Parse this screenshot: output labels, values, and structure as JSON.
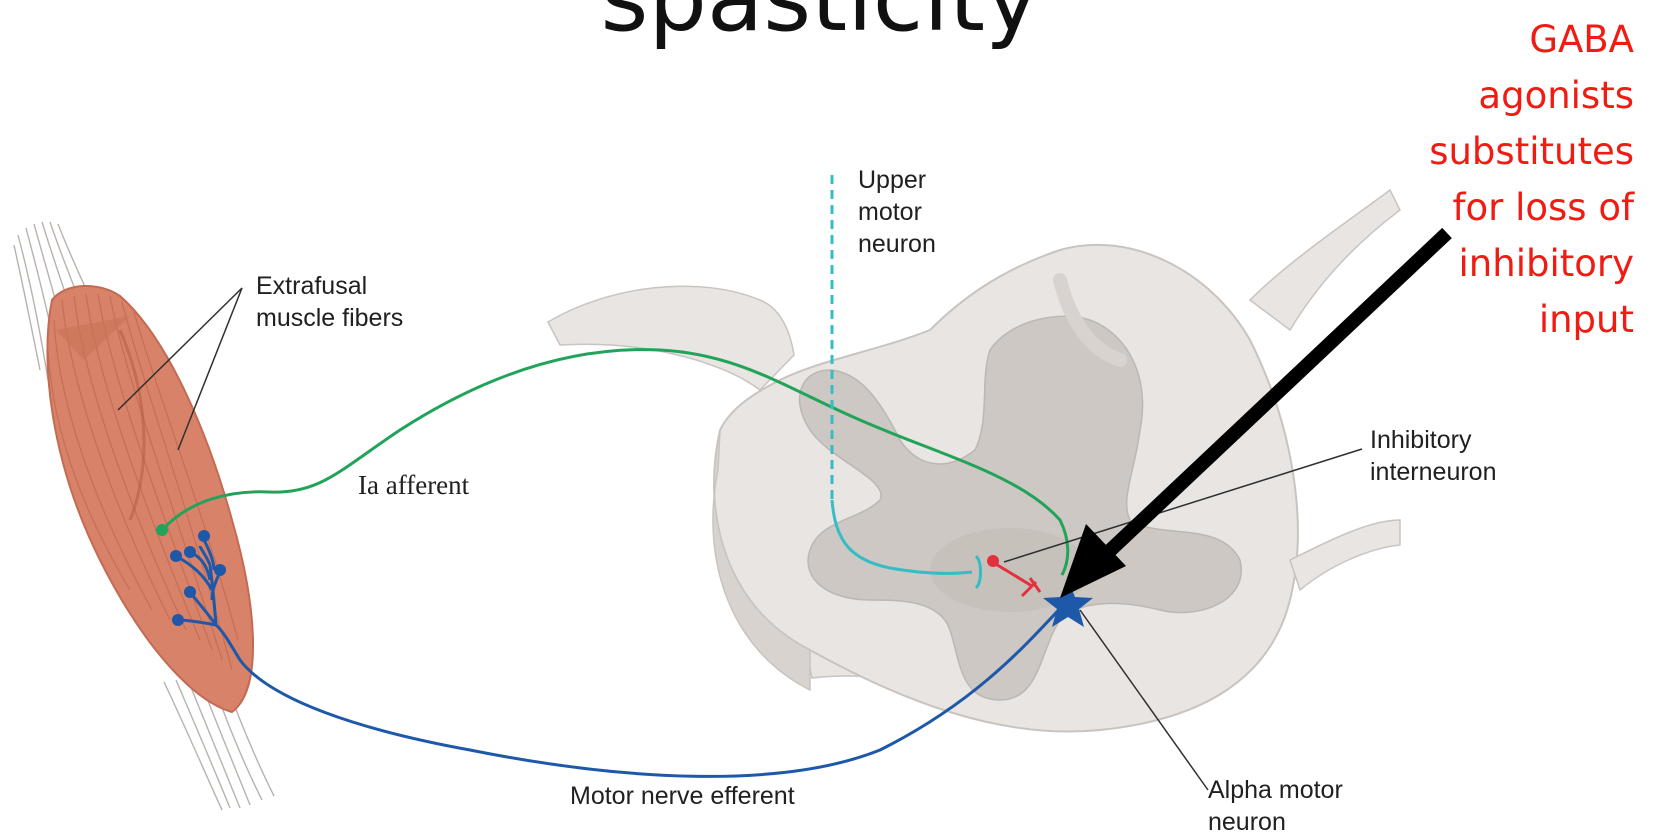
{
  "slide": {
    "title": "spasticity"
  },
  "annotation": {
    "lines": [
      "GABA",
      "agonists",
      "substitutes",
      "for loss of",
      "inhibitory",
      "input"
    ],
    "color": "#f01b12"
  },
  "labels": {
    "upper_motor_neuron": [
      "Upper",
      "motor",
      "neuron"
    ],
    "extrafusal_muscle_fibers": [
      "Extrafusal",
      "muscle fibers"
    ],
    "ia_afferent": "Ia afferent",
    "inhibitory_interneuron": [
      "Inhibitory",
      "interneuron"
    ],
    "motor_nerve_efferent": "Motor nerve efferent",
    "alpha_motor_neuron": [
      "Alpha motor",
      "neuron"
    ]
  },
  "colors": {
    "ia_afferent": "#22a35a",
    "upper_motor_neuron": "#35bcc4",
    "motor_efferent": "#1e58a8",
    "inhibitory_interneuron": "#e3323d",
    "muscle": "#d9826a",
    "spinal_cord": "#e8e5e2",
    "gray_matter": "#cdc8c4",
    "arrow": "#000000"
  },
  "icons": {
    "alpha_motor_neuron": "star-icon",
    "pointer": "arrow-icon"
  }
}
